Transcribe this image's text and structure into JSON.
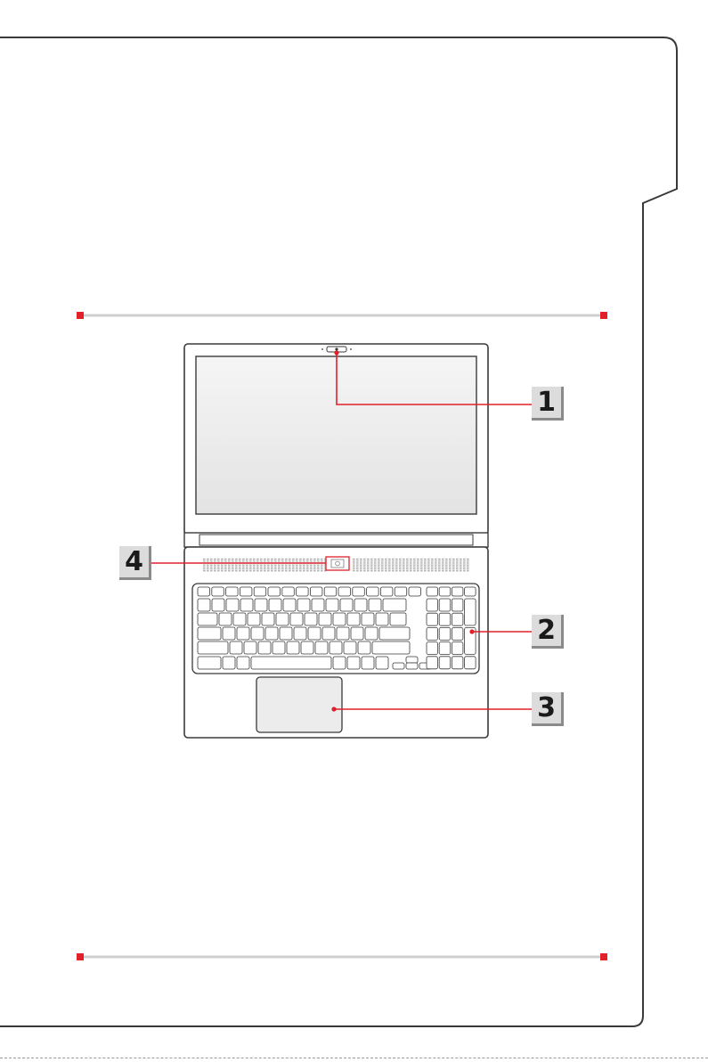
{
  "colors": {
    "outline": "#3a3a3a",
    "accent": "#e0202a",
    "rule": "#cfcfcf",
    "badge_bg": "#dcdcdc",
    "badge_shadow": "#8a8a8a",
    "screen_top": "#f5f5f5",
    "screen_bottom": "#e3e3e3"
  },
  "callouts": [
    {
      "id": "webcam",
      "label": "1"
    },
    {
      "id": "keyboard",
      "label": "2"
    },
    {
      "id": "touchpad",
      "label": "3"
    },
    {
      "id": "power-button",
      "label": "4"
    }
  ]
}
